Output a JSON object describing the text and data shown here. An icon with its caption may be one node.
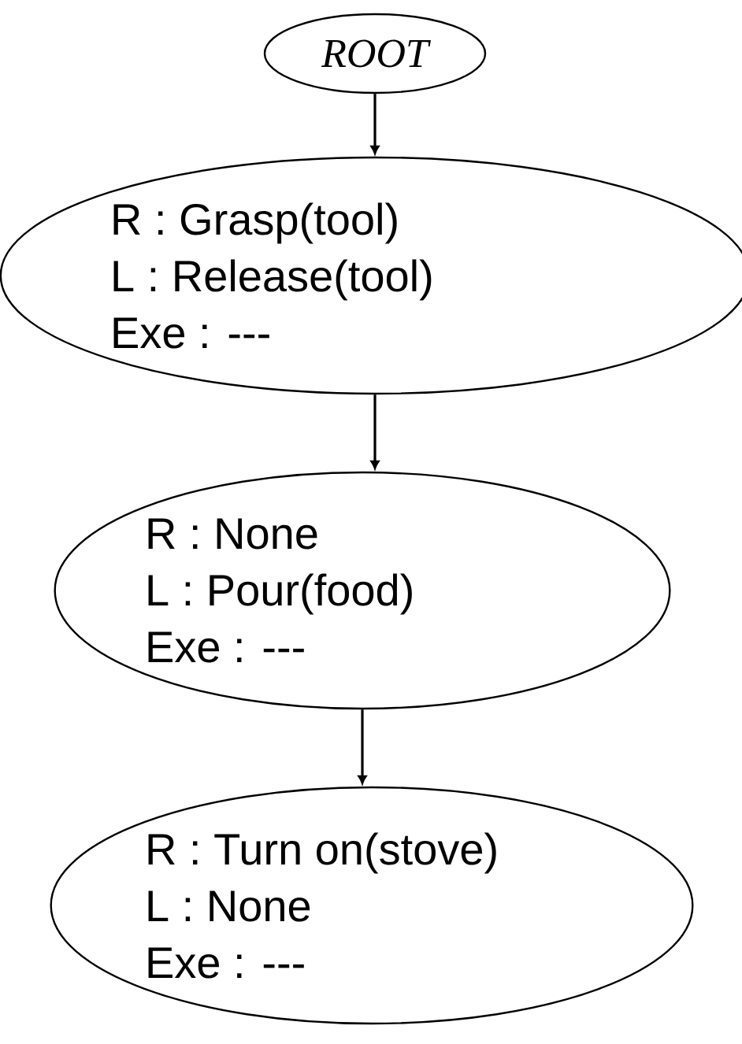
{
  "diagram": {
    "nodes": [
      {
        "text": [
          "ROOT"
        ]
      },
      {
        "text": [
          "R : Grasp(tool)",
          "L : Release(tool)",
          "Exe : ---"
        ]
      },
      {
        "text": [
          "R : None",
          "L : Pour(food)",
          "Exe : ---"
        ]
      },
      {
        "text": [
          "R : Turn on(stove)",
          "L : None",
          "Exe : ---"
        ]
      }
    ],
    "edges": [
      {
        "from": 0,
        "to": 1,
        "arrow": "to"
      },
      {
        "from": 1,
        "to": 2,
        "arrow": "to"
      },
      {
        "from": 2,
        "to": 3,
        "arrow": "to"
      }
    ]
  }
}
